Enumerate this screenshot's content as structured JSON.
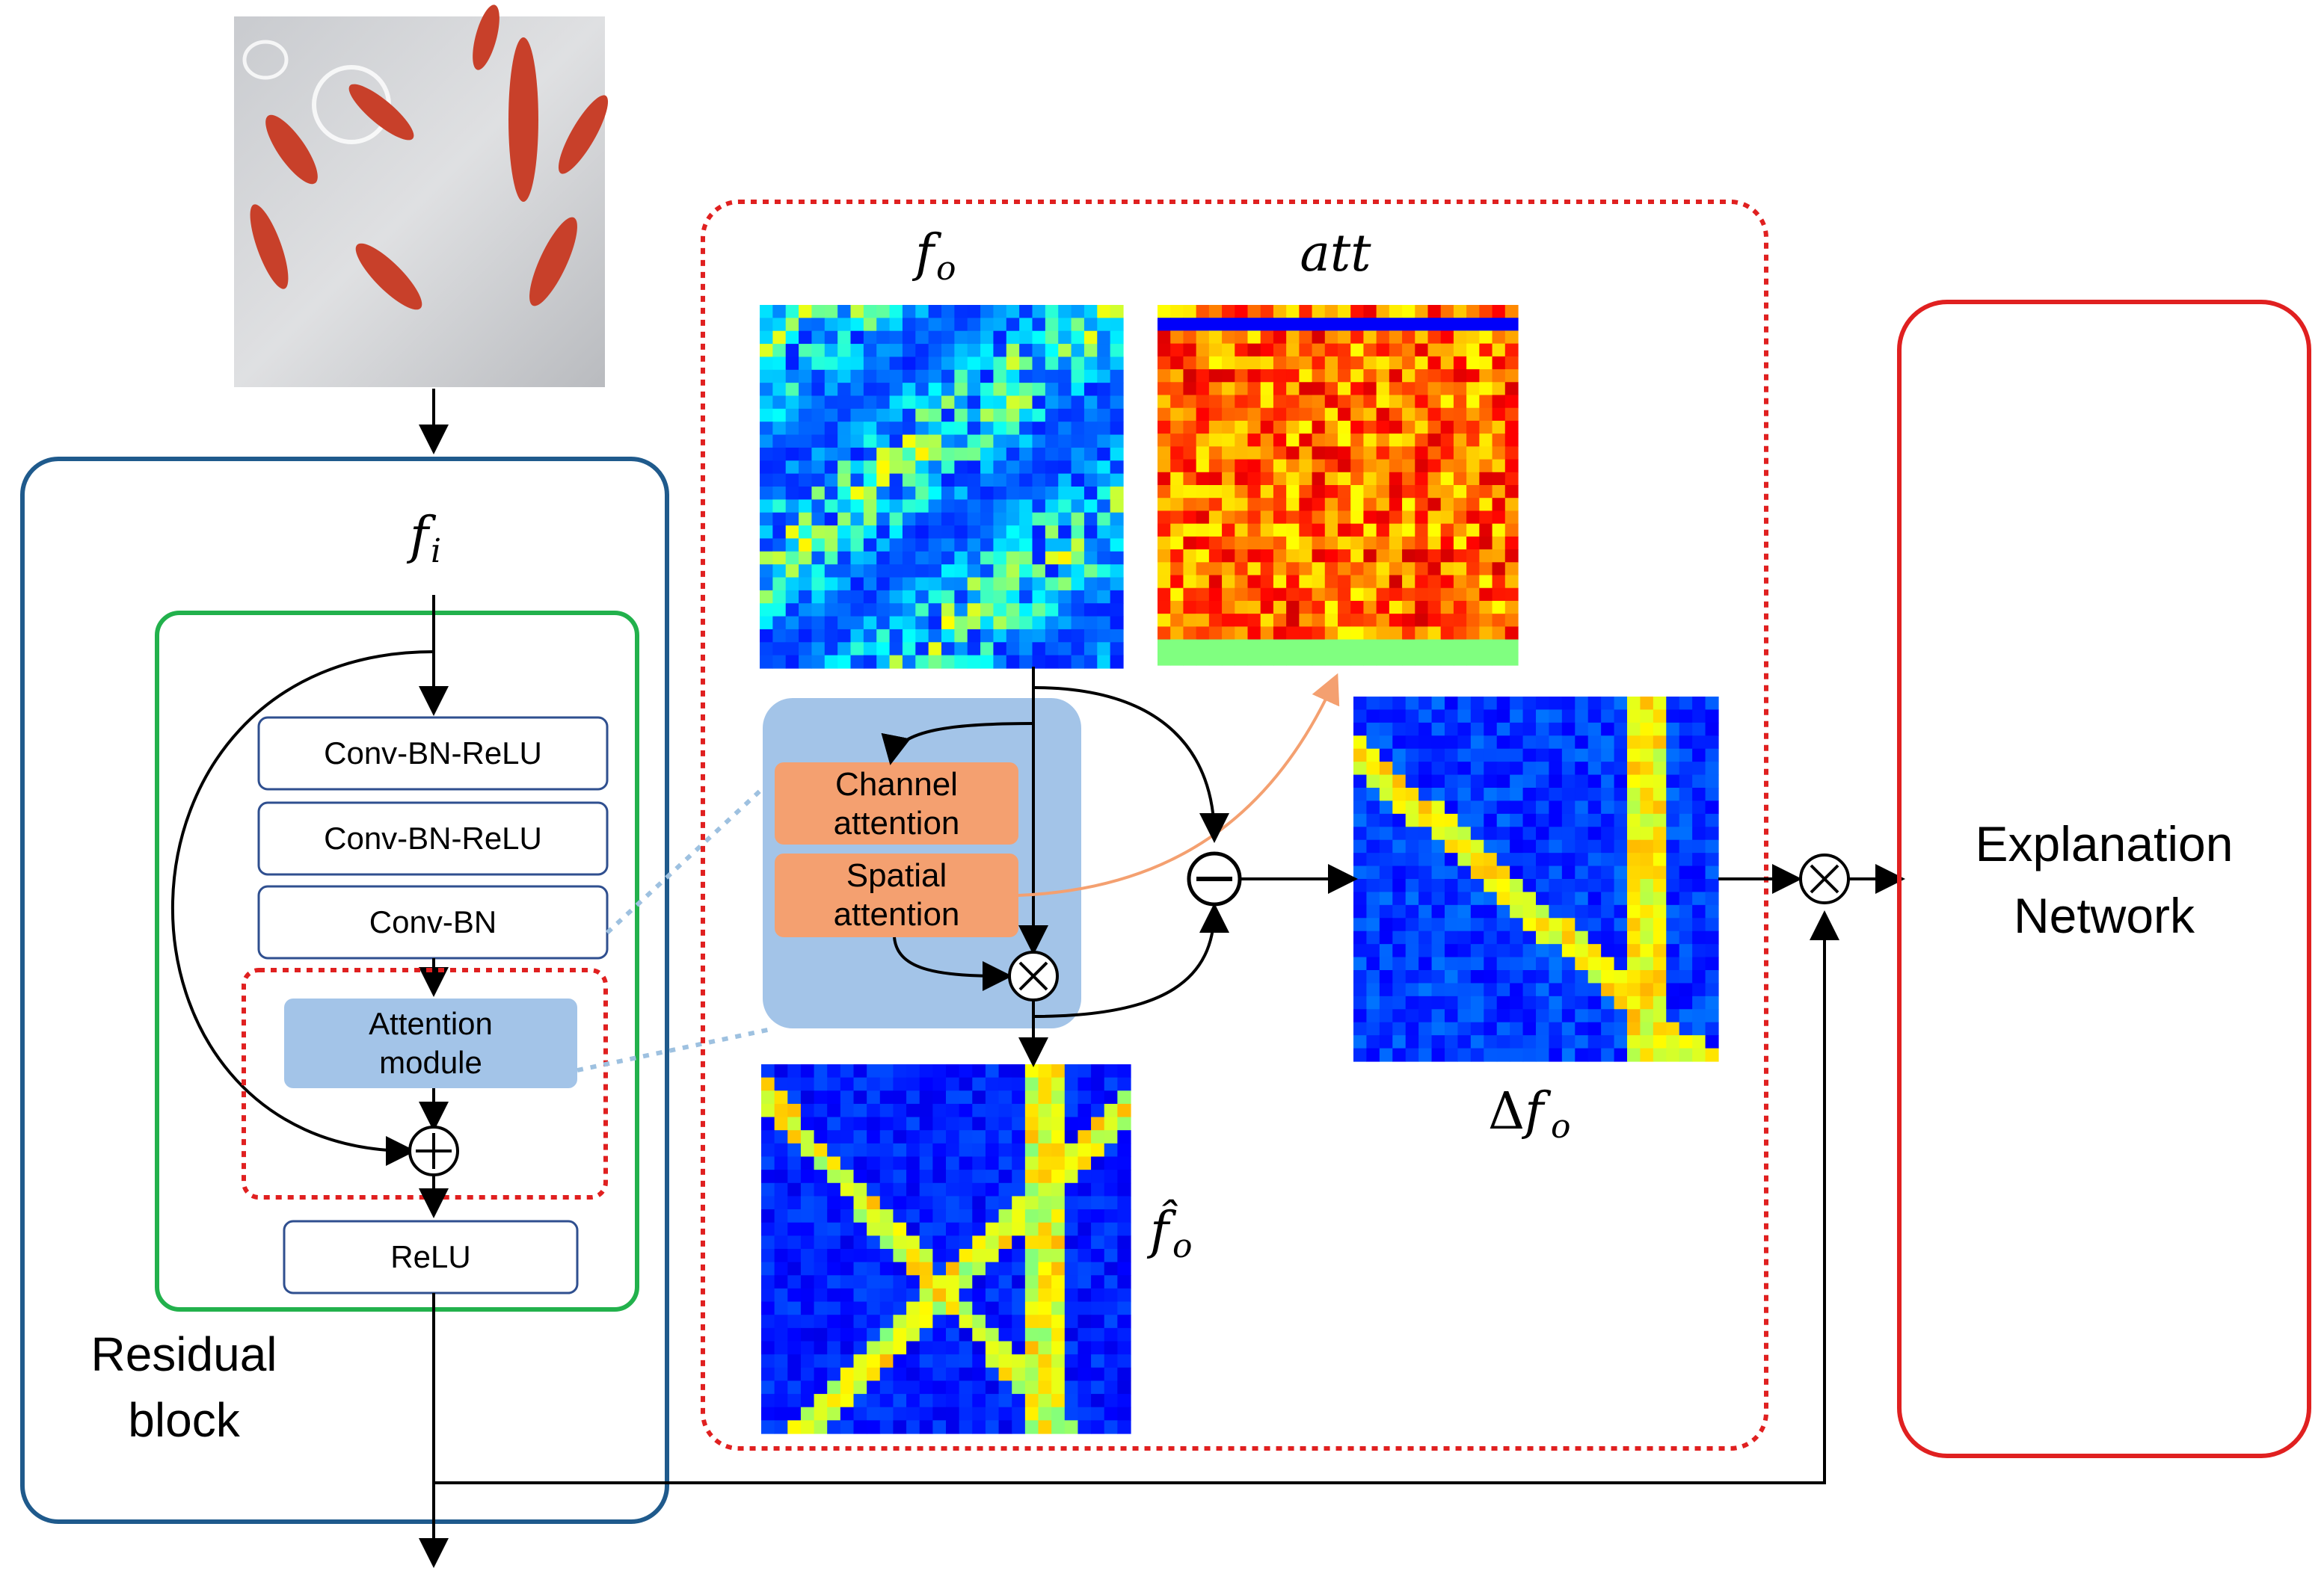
{
  "residual_block": {
    "title_line1": "Residual",
    "title_line2": "block",
    "input_label": "f",
    "input_sub": "i",
    "layers": [
      "Conv-BN-ReLU",
      "Conv-BN-ReLU",
      "Conv-BN"
    ],
    "attention_label_line1": "Attention",
    "attention_label_line2": "module",
    "relu_label": "ReLU"
  },
  "attention_detail": {
    "channel_line1": "Channel",
    "channel_line2": "attention",
    "spatial_line1": "Spatial",
    "spatial_line2": "attention"
  },
  "feature_maps": {
    "fo_label": "f",
    "fo_sub": "o",
    "att_label": "att",
    "delta_prefix": "Δ",
    "delta_label": "f",
    "delta_sub": "o",
    "fhat_label": "f̂",
    "fhat_sub": "o"
  },
  "explanation": {
    "line1": "Explanation",
    "line2": "Network"
  },
  "colors": {
    "residual_border": "#1f5a8c",
    "green_border": "#22b14c",
    "red_dotted": "#e02020",
    "layer_border": "#2f4f8f",
    "attention_fill": "#a3c4e8",
    "orange_fill": "#f4a070",
    "orange_arrow": "#f4a070",
    "explanation_border": "#e02020"
  },
  "icons": {
    "sum": "plus-circle-icon",
    "multiply": "times-circle-icon",
    "subtract": "minus-circle-icon"
  }
}
